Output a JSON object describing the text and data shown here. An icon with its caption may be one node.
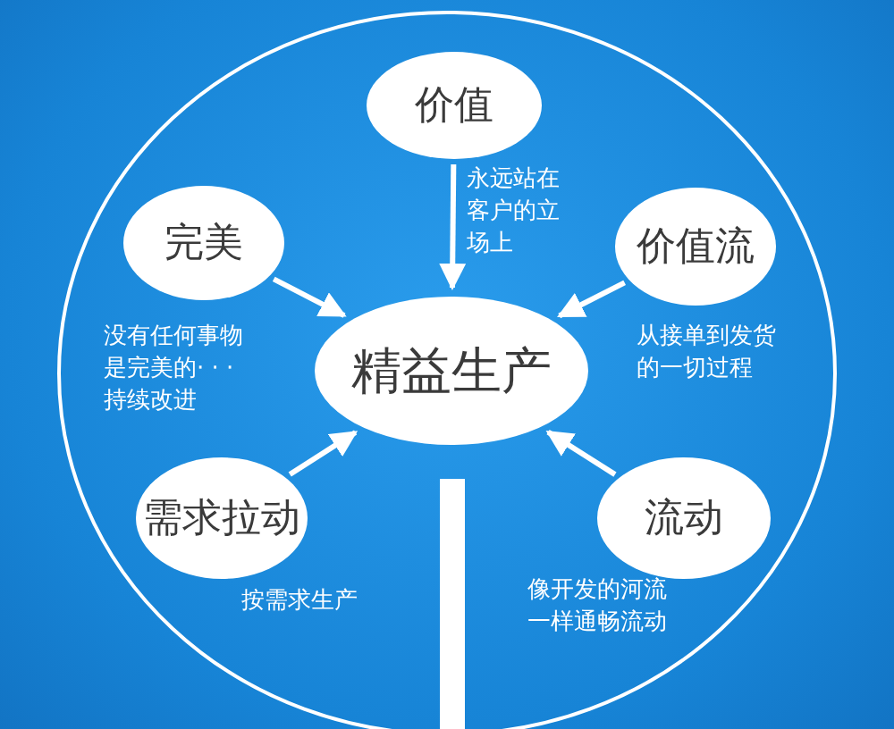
{
  "diagram": {
    "nodes": [
      {
        "text": [],
        "shape": "circle"
      },
      {
        "text": [
          "价值"
        ],
        "in": 0,
        "beside": [
          "永远站在客户的立场上"
        ]
      },
      {
        "text": [
          "完美"
        ],
        "in": 0,
        "beside": [
          "没有任何事物是完美的· · ·持续改进"
        ]
      },
      {
        "text": [
          "价值流"
        ],
        "in": 0,
        "beside": [
          "从接单到发货的一切过程"
        ]
      },
      {
        "text": [
          "精益生产"
        ],
        "in": 0
      },
      {
        "text": [
          "需求拉动"
        ],
        "in": 0,
        "beside": [
          "按需求生产"
        ]
      },
      {
        "text": [
          "流动"
        ],
        "in": 0,
        "beside": [
          "像开发的河流一样通畅流动"
        ]
      },
      {
        "text": [],
        "shape": "bar",
        "in": 0
      }
    ],
    "edges": [
      {
        "from": 1,
        "to": 4,
        "arrow": "to"
      },
      {
        "from": 2,
        "to": 4,
        "arrow": "to"
      },
      {
        "from": 3,
        "to": 4,
        "arrow": "to"
      },
      {
        "from": 5,
        "to": 4,
        "arrow": "to"
      },
      {
        "from": 6,
        "to": 4,
        "arrow": "to"
      }
    ]
  }
}
